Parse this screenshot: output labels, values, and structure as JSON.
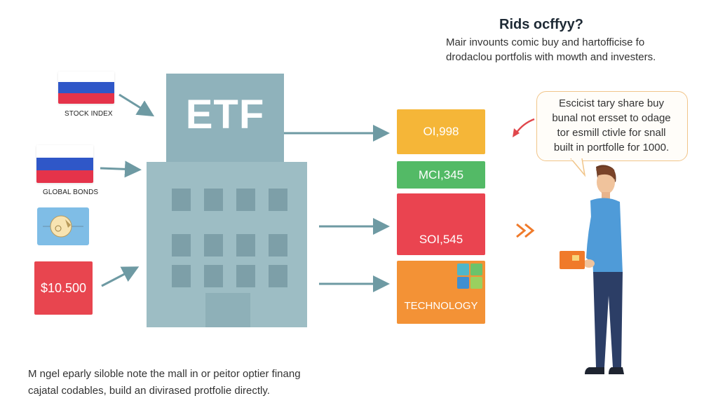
{
  "header": {
    "title": "Rids ocffyy?",
    "intro_lines": [
      "Mair invounts comic buy and hartofficise fo",
      "drodaclou portfolis with mowth and investers."
    ]
  },
  "inputs": {
    "flag1_caption": "STOCK INDEX",
    "flag2_caption": "GLOBAL BONDS",
    "price": "$10.500"
  },
  "building": {
    "label": "ETF"
  },
  "outputs": {
    "block1": "OI,998",
    "block2": "MCI,345",
    "block3": "SOI,545",
    "block4": "TECHNOLOGY"
  },
  "speech_bubble": {
    "lines": [
      "Escicist tary share buy",
      "bunal not ersset to odage",
      "tor esmill ctivle for snall",
      "built in portfolle for 1000."
    ]
  },
  "footer": {
    "lines": [
      "M ngel eparly siloble note the mall in or peitor optier finang",
      "cajatal codables, build an divirased protfolie directly."
    ]
  },
  "icons": [
    "flag-icon",
    "coin-icon",
    "arrow-right-icon",
    "chevron-double-right-icon",
    "curved-arrow-icon",
    "person-illustration",
    "tablet-icon"
  ],
  "colors": {
    "building_top": "#8fb2bb",
    "building_body": "#9dbdc4",
    "arrow": "#6e9aa3",
    "yellow": "#f5b638",
    "green": "#53ba66",
    "red": "#ea4450",
    "orange": "#f39236",
    "accent": "#f07a2a"
  }
}
